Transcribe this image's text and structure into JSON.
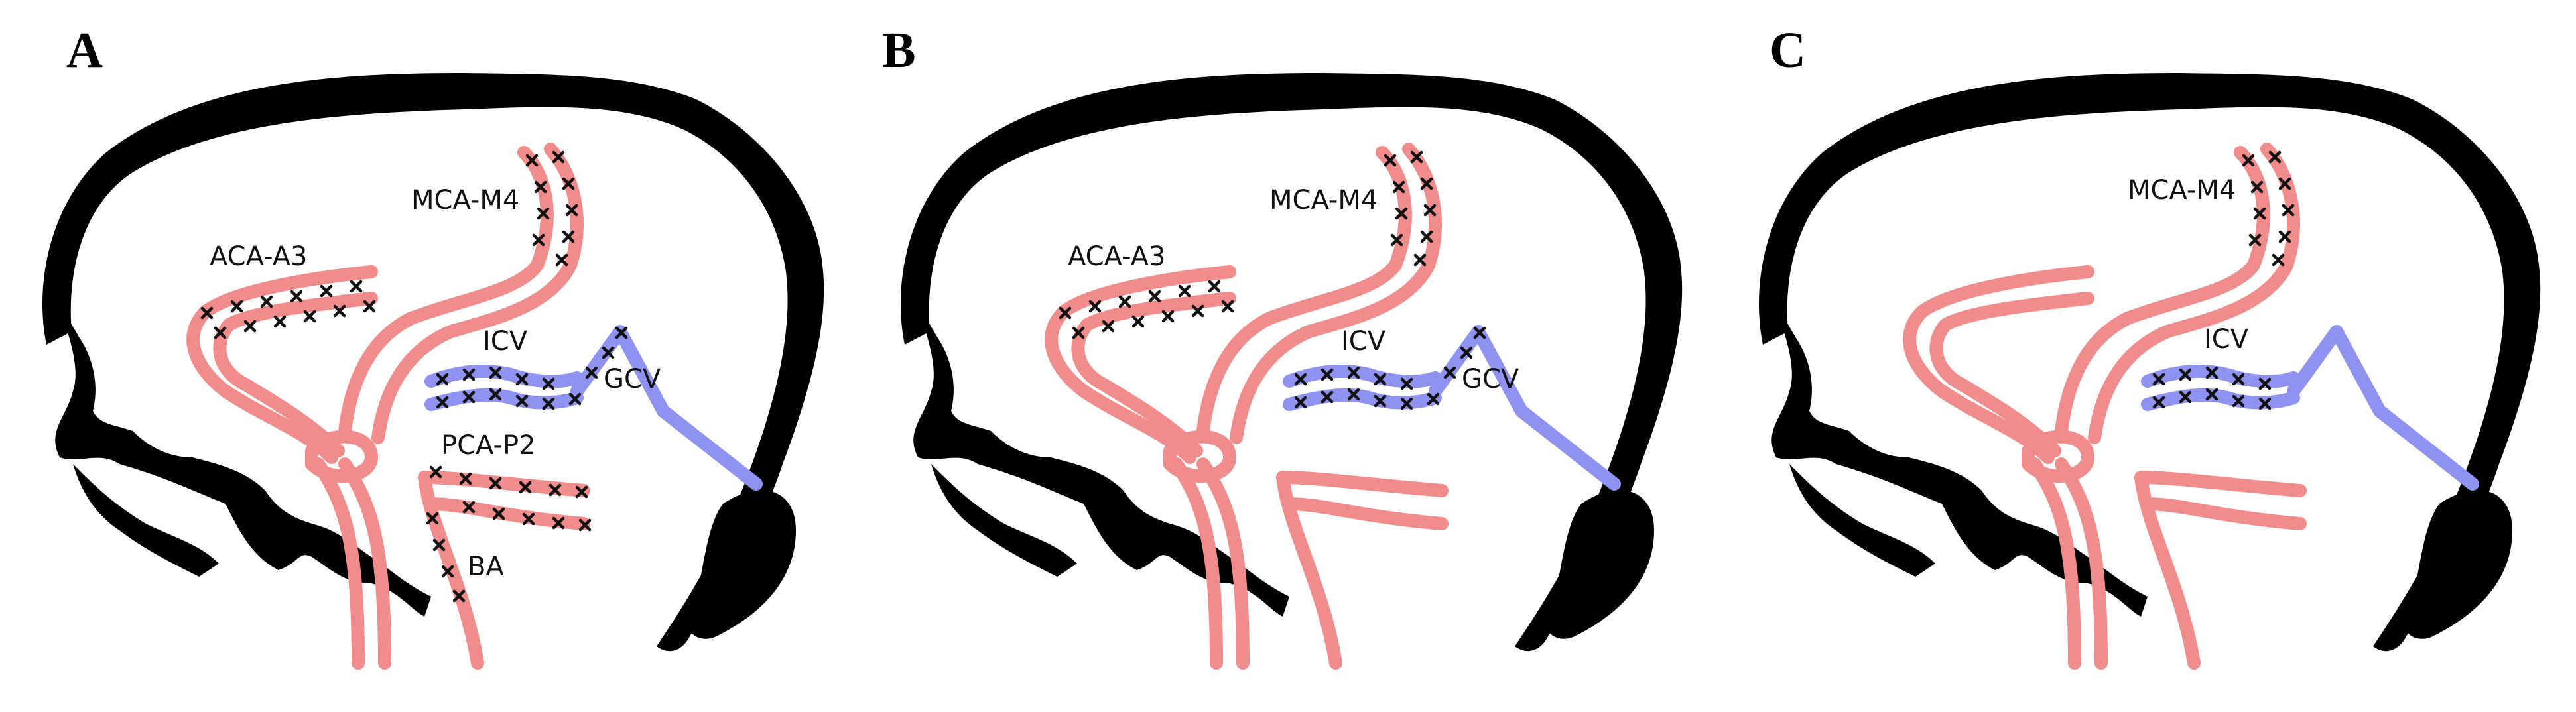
{
  "panels": [
    {
      "letter": "A",
      "labels": {
        "mca": "MCA-M4",
        "aca": "ACA-A3",
        "icv": "ICV",
        "gcv": "GCV",
        "pca": "PCA-P2",
        "ba": "BA"
      },
      "occluded": [
        "MCA-M4",
        "ACA-A3",
        "ICV",
        "GCV",
        "PCA-P2",
        "BA"
      ]
    },
    {
      "letter": "B",
      "labels": {
        "mca": "MCA-M4",
        "aca": "ACA-A3",
        "icv": "ICV",
        "gcv": "GCV"
      },
      "occluded": [
        "MCA-M4",
        "ACA-A3",
        "ICV",
        "GCV"
      ]
    },
    {
      "letter": "C",
      "labels": {
        "mca": "MCA-M4",
        "icv": "ICV"
      },
      "occluded": [
        "MCA-M4",
        "ICV"
      ]
    }
  ],
  "colors": {
    "artery": "#f08c8c",
    "vein": "#8f92ef",
    "skull": "#000000",
    "occlusion_mark": "#111111"
  }
}
